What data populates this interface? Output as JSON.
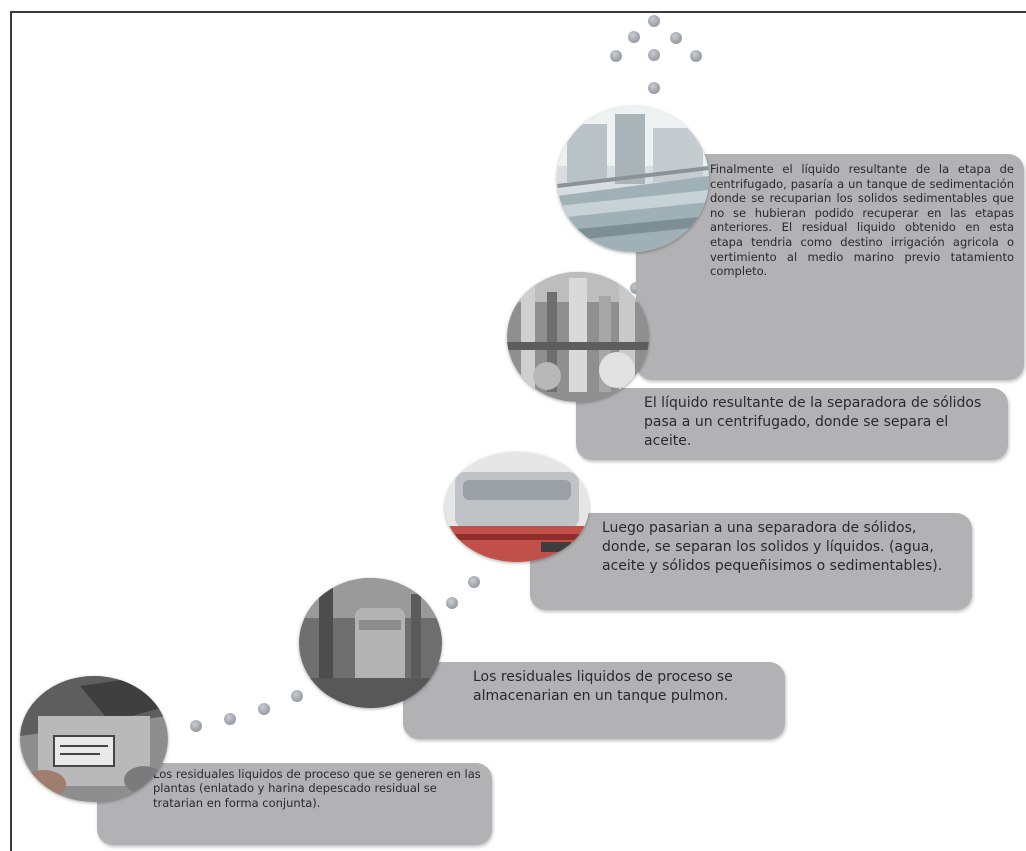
{
  "steps": [
    {
      "text": "Los residuales liquidos de proceso que se generen en las plantas (enlatado y harina depescado residual se tratarian en forma conjunta).",
      "icon": "fish-crate-photo-icon"
    },
    {
      "text": "Los residuales liquidos de proceso se almacenarian en un tanque pulmon.",
      "icon": "storage-tank-photo-icon"
    },
    {
      "text": "Luego pasarian  a una separadora de sólidos, donde, se separan los solidos y líquidos. (agua, aceite y sólidos pequeñisimos o sedimentables).",
      "icon": "separator-machine-photo-icon"
    },
    {
      "text": "El líquido resultante de la separadora de sólidos pasa a un centrifugado, donde se separa el aceite.",
      "icon": "centrifuge-pipes-photo-icon"
    },
    {
      "text": "Finalmente el líquido resultante de la etapa de centrifugado, pasaría a un tanque  de sedimentación donde se recuparian los solidos sedimentables que no se hubieran podido recuperar en las etapas anteriores. El residual liquido obtenido en esta etapa tendria como destino irrigación agricola o vertimiento al medio marino previo tatamiento completo.",
      "icon": "sedimentation-tank-photo-icon"
    }
  ],
  "colors": {
    "box": "#b2b2b4",
    "dot": "#9ea3aa",
    "text": "#2a2a2a"
  }
}
